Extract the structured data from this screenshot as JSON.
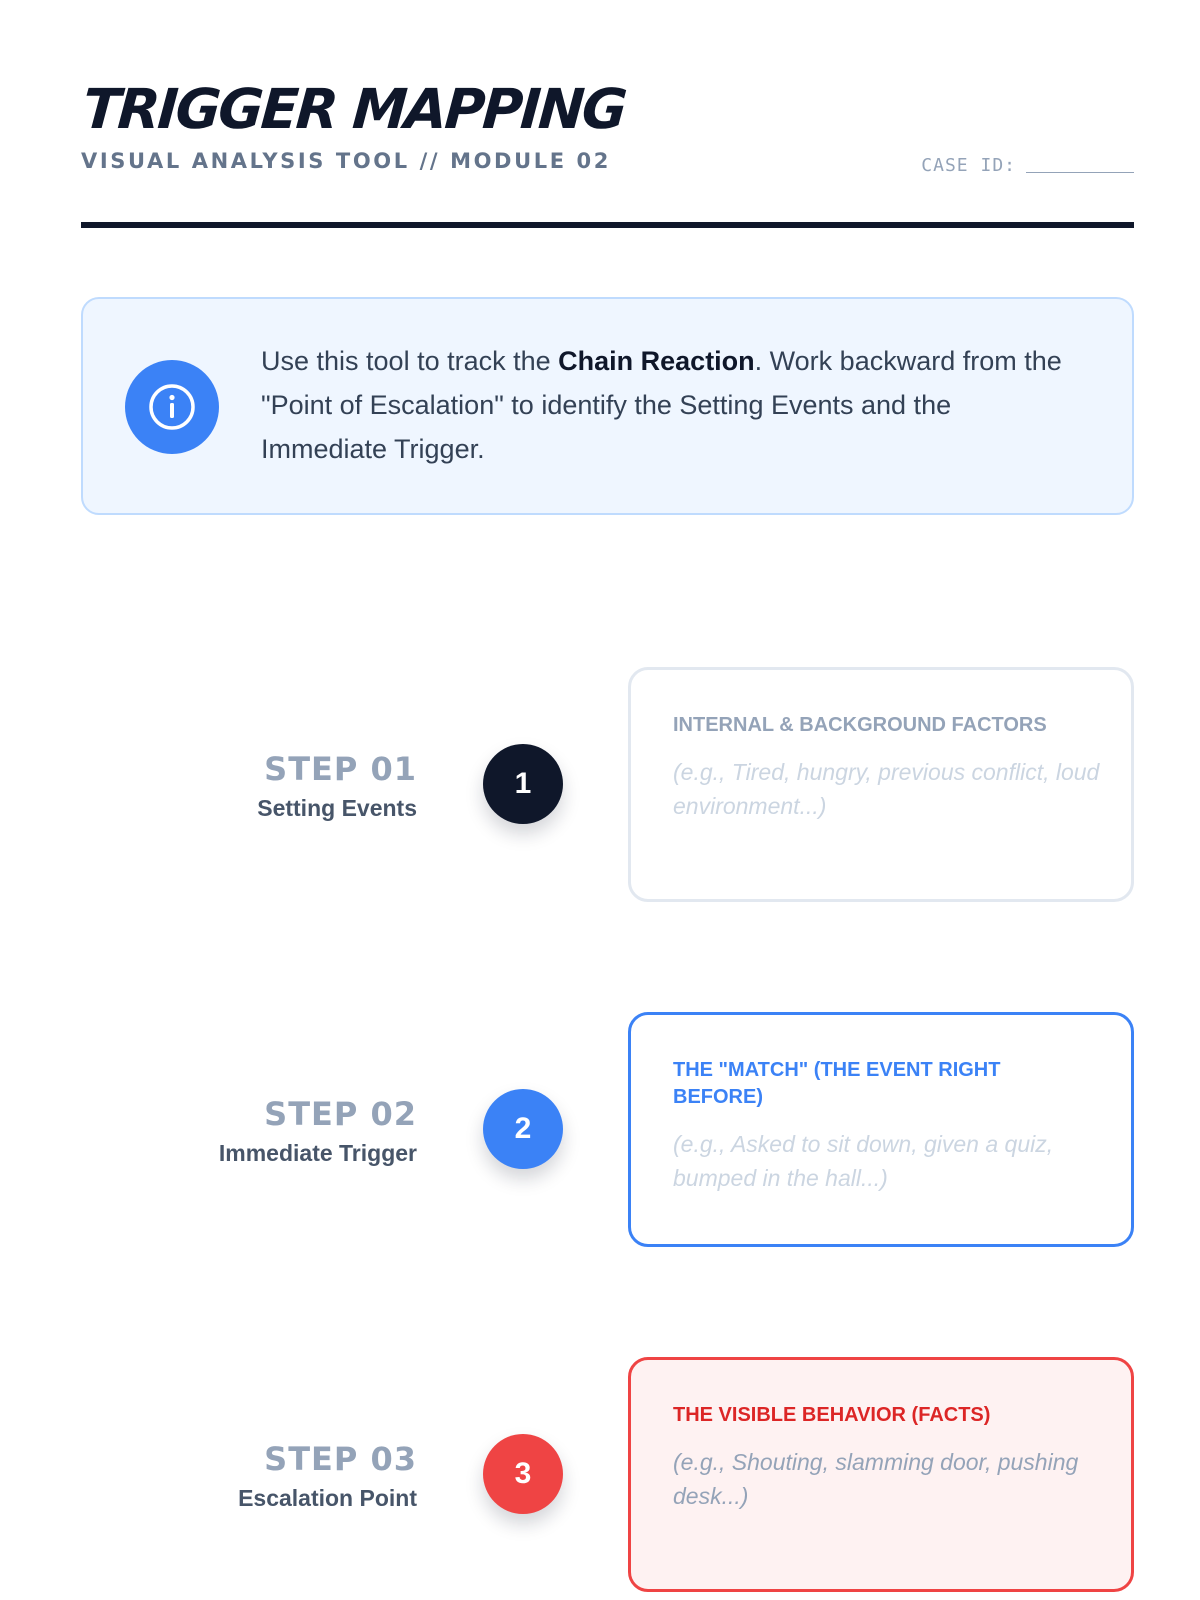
{
  "header": {
    "title": "TRIGGER MAPPING",
    "subtitle": "VISUAL ANALYSIS TOOL // MODULE 02",
    "case_id_label": "CASE ID:"
  },
  "info": {
    "icon": "info-icon",
    "text_before": "Use this tool to track the ",
    "text_bold": "Chain Reaction",
    "text_after": ". Work backward from the \"Point of Escalation\" to identify the Setting Events and the Immediate Trigger."
  },
  "steps": [
    {
      "num": "STEP 01",
      "name": "Setting Events",
      "circle": "1",
      "card_label": "INTERNAL & BACKGROUND FACTORS",
      "card_hint": "(e.g., Tired, hungry, previous conflict, loud environment...)"
    },
    {
      "num": "STEP 02",
      "name": "Immediate Trigger",
      "circle": "2",
      "card_label": "THE \"MATCH\" (THE EVENT RIGHT BEFORE)",
      "card_hint": "(e.g., Asked to sit down, given a quiz, bumped in the hall...)"
    },
    {
      "num": "STEP 03",
      "name": "Escalation Point",
      "circle": "3",
      "card_label": "THE VISIBLE BEHAVIOR (FACTS)",
      "card_hint": "(e.g., Shouting, slamming door, pushing desk...)"
    }
  ],
  "colors": {
    "ink": "#0f172a",
    "accent_blue": "#3b82f6",
    "accent_red": "#ef4444"
  }
}
